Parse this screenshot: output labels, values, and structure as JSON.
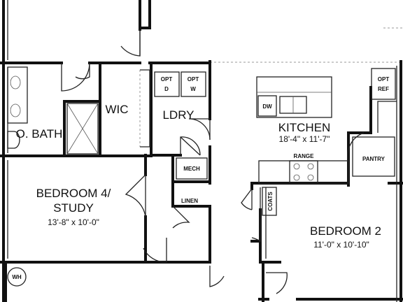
{
  "floorplan": {
    "rooms": {
      "wic": {
        "name": "WIC"
      },
      "owners_bath": {
        "name": "O. BATH"
      },
      "laundry": {
        "name": "LDRY"
      },
      "kitchen": {
        "name": "KITCHEN",
        "dimensions": "18'-4\" x 11'-7\""
      },
      "bedroom4": {
        "name_line1": "BEDROOM 4/",
        "name_line2": "STUDY",
        "dimensions": "13'-8\" x 10'-0\""
      },
      "bedroom2": {
        "name": "BEDROOM 2",
        "dimensions": "11'-0\" x 10'-10\""
      }
    },
    "fixtures": {
      "opt_dryer": {
        "line1": "OPT",
        "line2": "D"
      },
      "opt_washer": {
        "line1": "OPT",
        "line2": "W"
      },
      "opt_ref": {
        "line1": "OPT",
        "line2": "REF"
      },
      "dishwasher": "DW",
      "range": "RANGE",
      "pantry": "PANTRY",
      "mech": "MECH",
      "linen": "LINEN",
      "coats": "COATS",
      "water_heater": "WH"
    }
  }
}
